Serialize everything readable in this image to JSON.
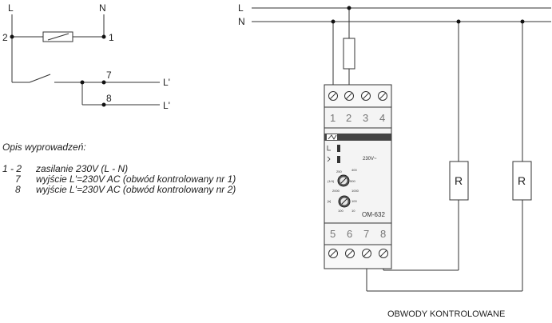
{
  "schematic": {
    "L": "L",
    "N": "N",
    "t2": "2",
    "t1": "1",
    "t7": "7",
    "t8": "8",
    "out1": "L'",
    "out2": "L'"
  },
  "description": {
    "title": "Opis wyprowadzeń:",
    "rows": [
      {
        "pins": "1 - 2",
        "text": "zasilanie 230V (L - N)"
      },
      {
        "pins": "7",
        "text": "wyjście L'=230V AC (obwód kontrolowany nr 1)"
      },
      {
        "pins": "8",
        "text": "wyjście L'=230V AC (obwód kontrolowany nr 2)"
      }
    ]
  },
  "wiring": {
    "L": "L",
    "N": "N",
    "terminals_top": [
      "1",
      "2",
      "3",
      "4"
    ],
    "terminals_bottom": [
      "5",
      "6",
      "7",
      "8"
    ],
    "device_model": "OM-632",
    "voltage": "230V~",
    "loads": [
      "R",
      "R"
    ],
    "caption": "OBWODY KONTROLOWANE",
    "knob1_scale": [
      "250",
      "400",
      "(1/4)",
      "400",
      "500"
    ],
    "knob2_scale": [
      "100",
      "1000",
      "2000",
      "1000",
      "[s]",
      "100",
      "10"
    ]
  },
  "colors": {
    "line": "#333333",
    "dot": "#111111",
    "device": "#f2f2f2",
    "terminal_text": "#777777"
  }
}
